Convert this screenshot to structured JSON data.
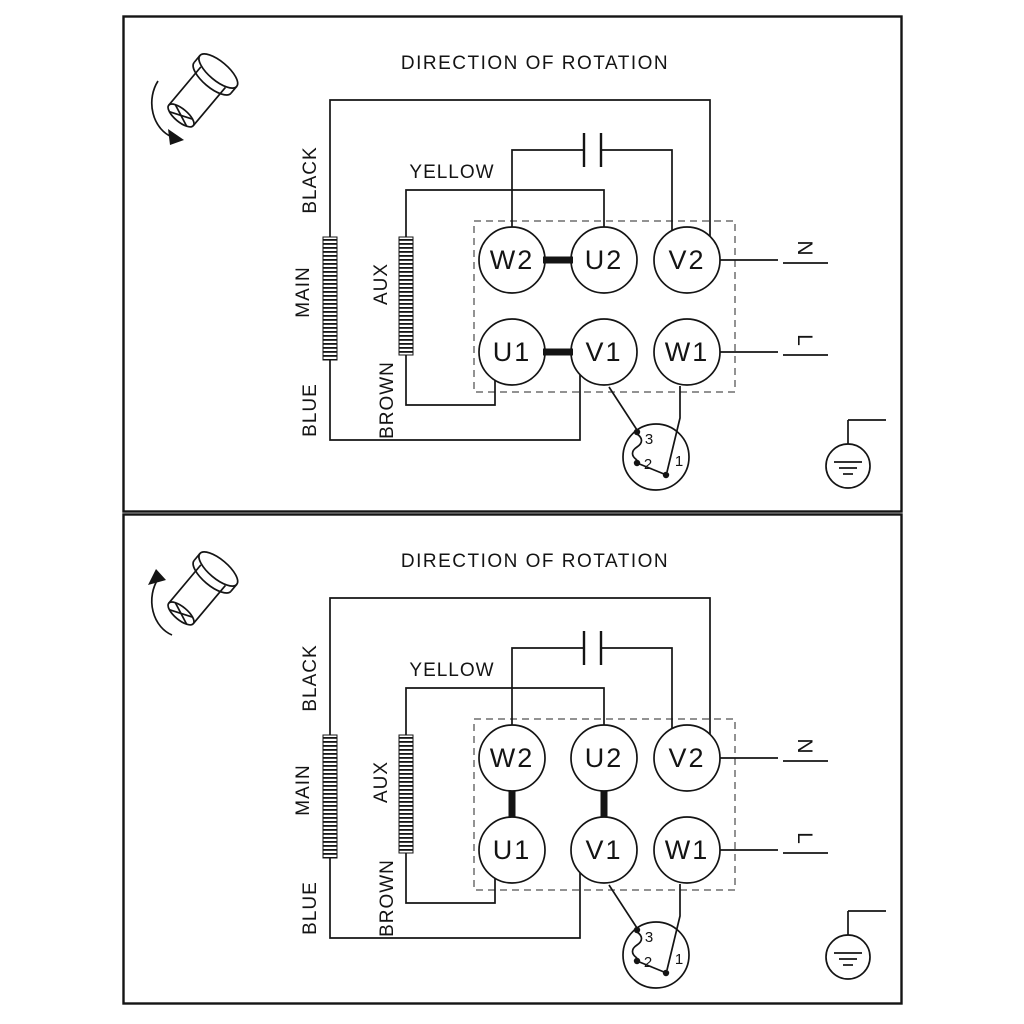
{
  "page": {
    "background": "#ffffff",
    "ink": "#141414"
  },
  "panel_top": {
    "title": "DIRECTION OF ROTATION",
    "motor_icon": "motor-cylinder-with-rotation-arrow",
    "rotation_arrow": "arc-arrow-toward-bottom",
    "labels": {
      "black": "BLACK",
      "yellow": "YELLOW",
      "main": "MAIN",
      "aux": "AUX",
      "brown": "BROWN",
      "blue": "BLUE"
    },
    "power": {
      "neutral": "N",
      "line": "L"
    },
    "terminals": {
      "w2": "W2",
      "u2": "U2",
      "v2": "V2",
      "u1": "U1",
      "v1": "V1",
      "w1": "W1"
    },
    "links": [
      "W2-U2",
      "U1-V1"
    ],
    "protector_contacts": {
      "c3": "3",
      "c2": "2",
      "c1": "1"
    }
  },
  "panel_bottom": {
    "title": "DIRECTION OF ROTATION",
    "motor_icon": "motor-cylinder-with-rotation-arrow",
    "rotation_arrow": "arc-arrow-toward-top",
    "labels": {
      "black": "BLACK",
      "yellow": "YELLOW",
      "main": "MAIN",
      "aux": "AUX",
      "brown": "BROWN",
      "blue": "BLUE"
    },
    "power": {
      "neutral": "N",
      "line": "L"
    },
    "terminals": {
      "w2": "W2",
      "u2": "U2",
      "v2": "V2",
      "u1": "U1",
      "v1": "V1",
      "w1": "W1"
    },
    "links": [
      "W2-U1",
      "U2-V1"
    ],
    "protector_contacts": {
      "c3": "3",
      "c2": "2",
      "c1": "1"
    }
  }
}
